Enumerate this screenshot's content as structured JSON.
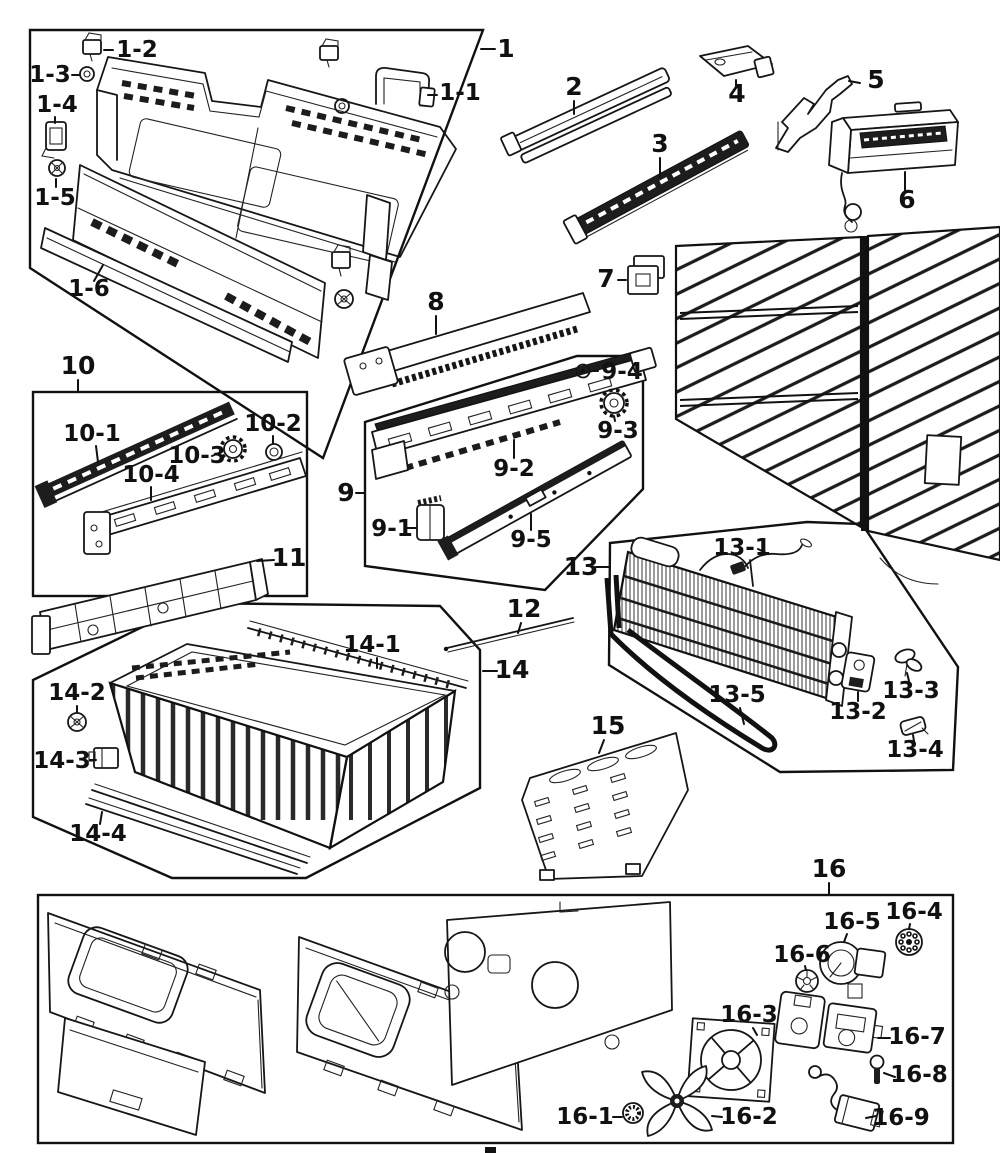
{
  "diagram": {
    "kind": "exploded-parts-line-diagram",
    "colors": {
      "ink": "#111111",
      "paper": "#ffffff"
    }
  },
  "labels": {
    "p1": "1",
    "p1_1": "1-1",
    "p1_2": "1-2",
    "p1_3": "1-3",
    "p1_4": "1-4",
    "p1_5": "1-5",
    "p1_6": "1-6",
    "p2": "2",
    "p3": "3",
    "p4": "4",
    "p5": "5",
    "p6": "6",
    "p7": "7",
    "p8": "8",
    "p9": "9",
    "p9_1": "9-1",
    "p9_2": "9-2",
    "p9_3": "9-3",
    "p9_4": "9-4",
    "p9_5": "9-5",
    "p10": "10",
    "p10_1": "10-1",
    "p10_2": "10-2",
    "p10_3": "10-3",
    "p10_4": "10-4",
    "p11": "11",
    "p12": "12",
    "p13": "13",
    "p13_1": "13-1",
    "p13_2": "13-2",
    "p13_3": "13-3",
    "p13_4": "13-4",
    "p13_5": "13-5",
    "p14": "14",
    "p14_1": "14-1",
    "p14_2": "14-2",
    "p14_3": "14-3",
    "p14_4": "14-4",
    "p15": "15",
    "p16": "16",
    "p16_1": "16-1",
    "p16_2": "16-2",
    "p16_3": "16-3",
    "p16_4": "16-4",
    "p16_5": "16-5",
    "p16_6": "16-6",
    "p16_7": "16-7",
    "p16_8": "16-8",
    "p16_9": "16-9"
  }
}
